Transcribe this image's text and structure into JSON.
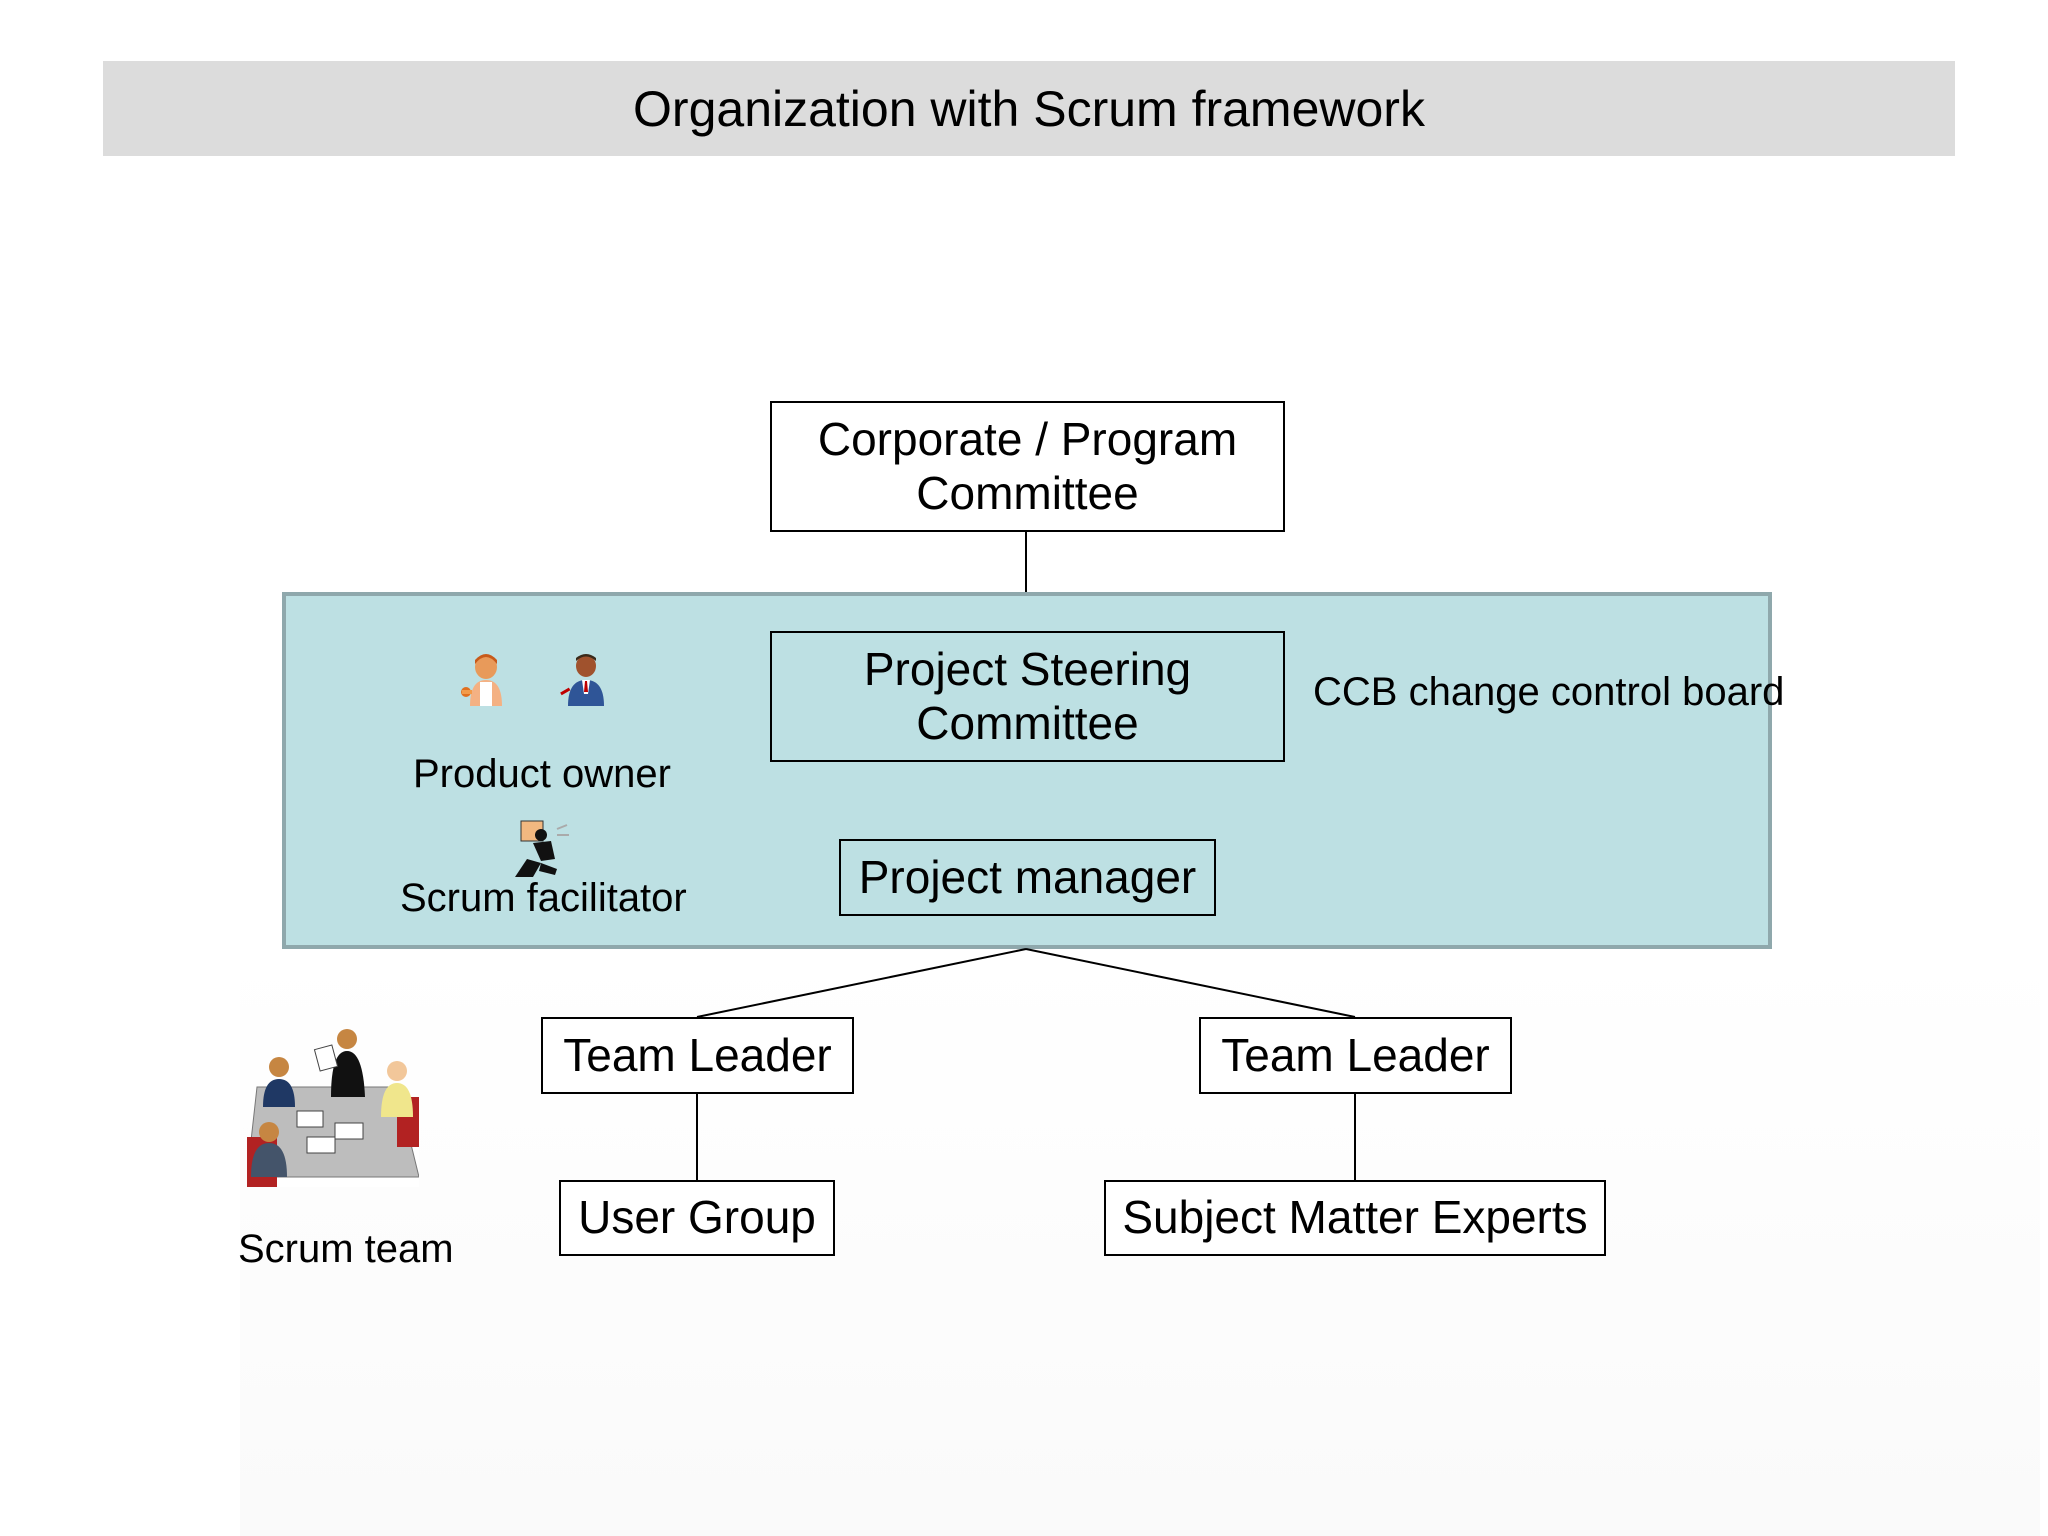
{
  "slide": {
    "title": "Organization with Scrum framework"
  },
  "org": {
    "corporate": "Corporate / Program Committee",
    "steering": "Project Steering Committee",
    "ccb_label": "CCB change control board",
    "project_manager": "Project manager",
    "team_leader_left": "Team Leader",
    "team_leader_right": "Team Leader",
    "user_group": "User Group",
    "sme": "Subject Matter Experts"
  },
  "roles": {
    "product_owner": "Product owner",
    "scrum_facilitator": "Scrum facilitator",
    "scrum_team": "Scrum team"
  },
  "icons": {
    "product_owner_female": "businesswoman-icon",
    "product_owner_male": "businessman-icon",
    "facilitator": "presenter-icon",
    "scrum_team": "meeting-table-icon"
  },
  "colors": {
    "title_bar": "#dcdcdc",
    "ccb_fill": "#bde0e3",
    "ccb_border": "#8fa8ac"
  }
}
